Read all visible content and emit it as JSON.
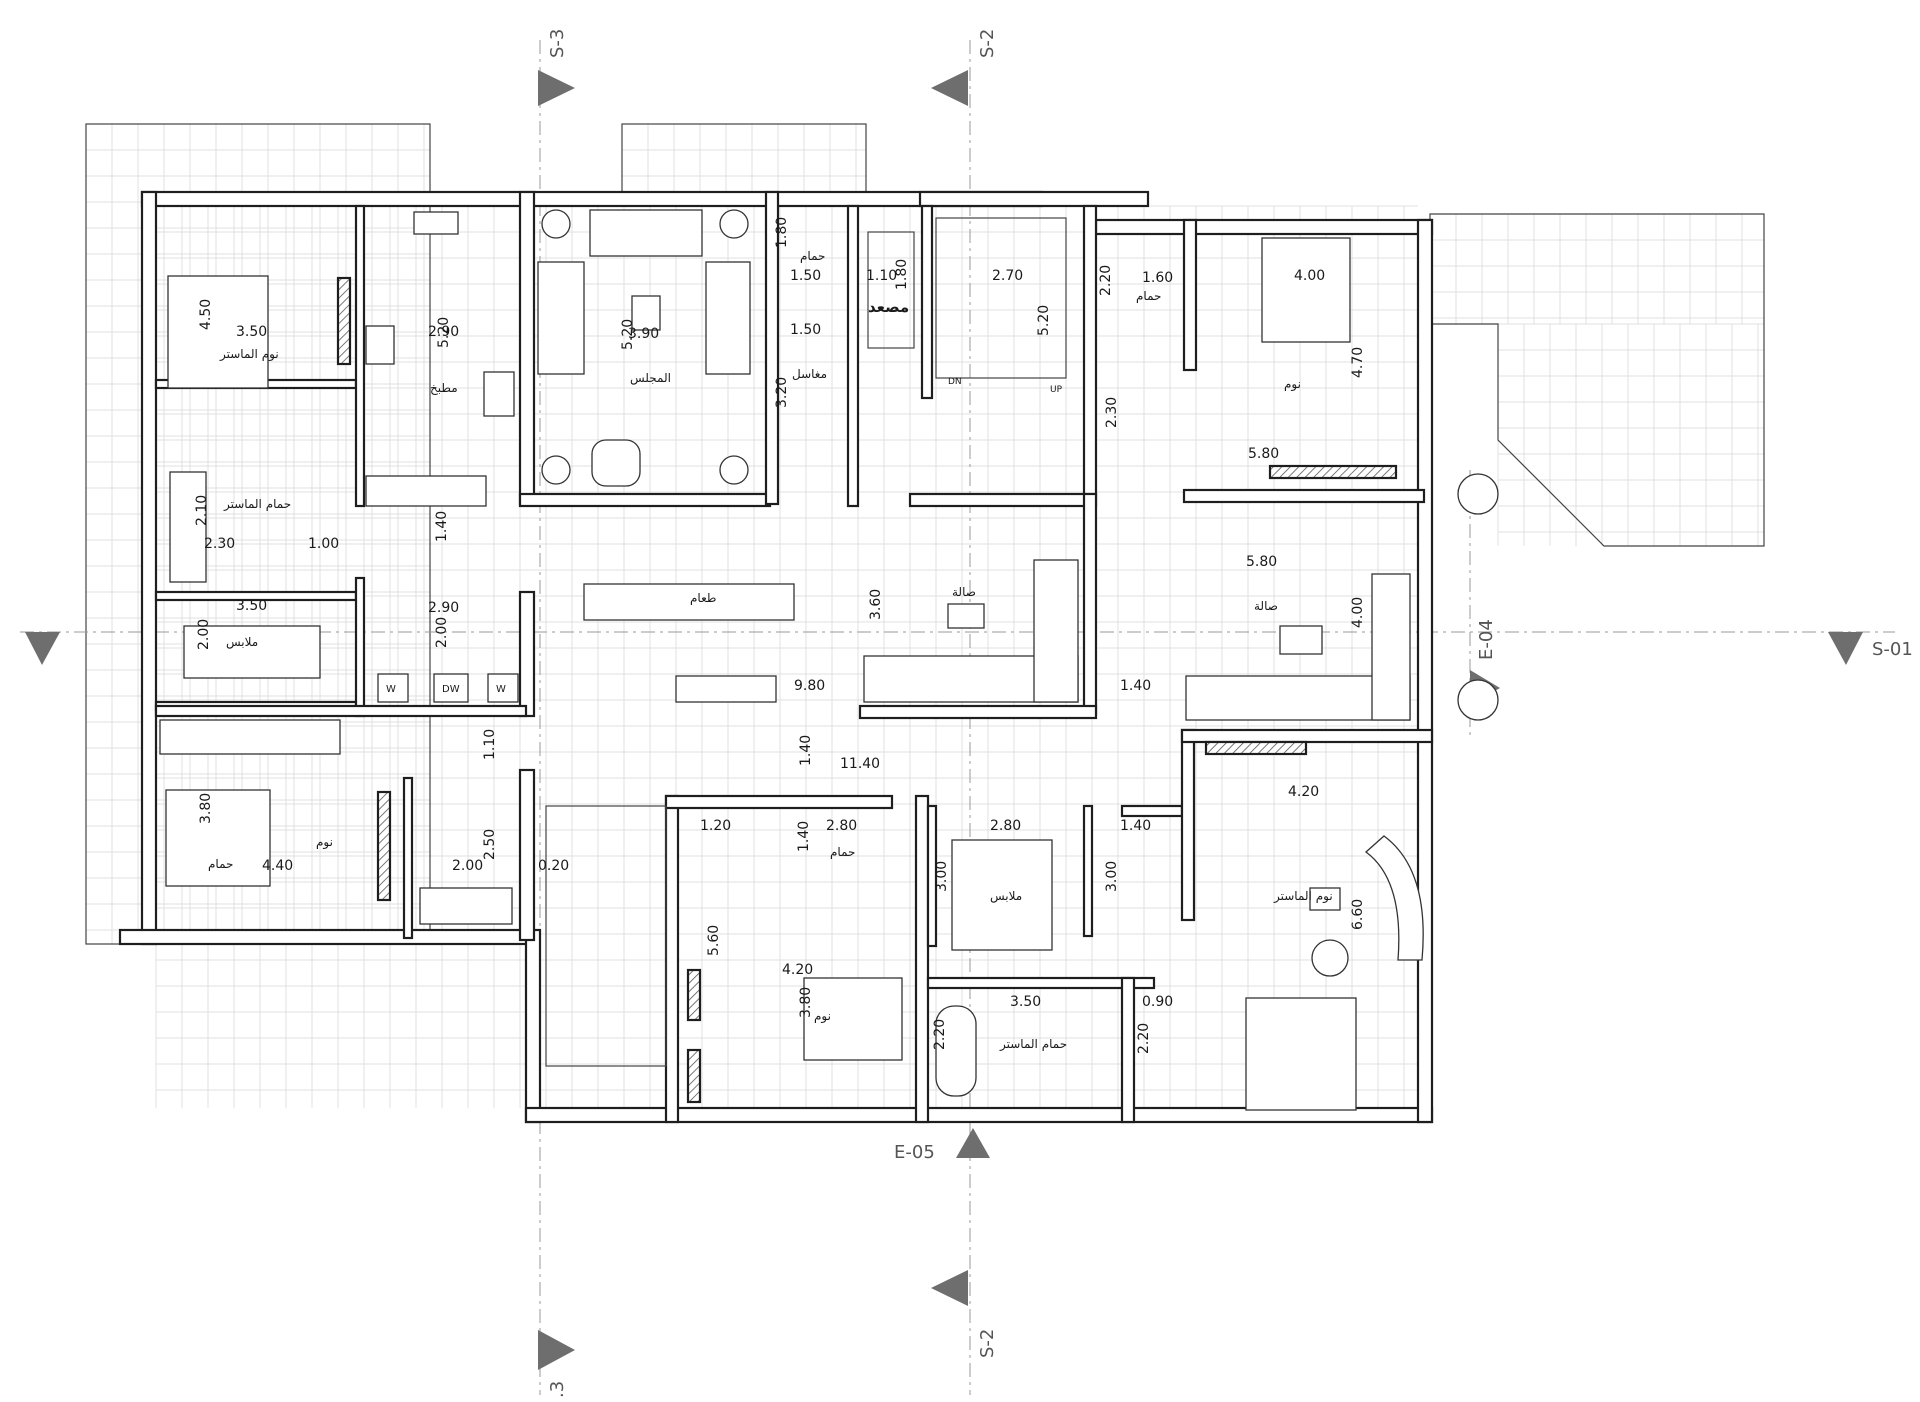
{
  "sections": {
    "s3_top": "S-3",
    "s3_bottom": ".3",
    "s2_top": "S-2",
    "s2_bottom": "S-2",
    "s01": "S-01",
    "e04": "E-04",
    "e05": "E-05"
  },
  "rooms": {
    "master_bed_nw": "نوم الماستر",
    "kitchen": "مطبخ",
    "majlis": "المجلس",
    "bath_top": "حمام",
    "washbasins": "مغاسل",
    "elevator": "مصعد",
    "bath_ne": "حمام",
    "bed_ne": "نوم",
    "master_bath_w": "حمام الماستر",
    "closet_w": "ملابس",
    "dining": "طعام",
    "hall_center": "صالة",
    "hall_east": "صالة",
    "bath_sw": "حمام",
    "bed_sw": "نوم",
    "bath_s": "حمام",
    "closet_s": "ملابس",
    "bed_s": "نوم",
    "master_bath_s": "حمام الماستر",
    "master_bed_se": "نوم الماستر"
  },
  "stairs_marks": {
    "up": "UP",
    "dn": "DN"
  },
  "appliances": {
    "w1": "W",
    "dw": "DW",
    "w2": "W"
  },
  "dims": {
    "d_350_nw": "3.50",
    "d_450_nw": "4.50",
    "d_290_k": "2.90",
    "d_520_k": "5.20",
    "d_390_m": "3.90",
    "d_520_m": "5.20",
    "d_180_b": "1.80",
    "d_150_b": "1.50",
    "d_150_w": "1.50",
    "d_320_w": "3.20",
    "d_110_e": "1.10",
    "d_180_e": "1.80",
    "d_270_s": "2.70",
    "d_520_s": "5.20",
    "d_220_ne": "2.20",
    "d_160_ne": "1.60",
    "d_400_ne": "4.00",
    "d_470_ne": "4.70",
    "d_580_ne": "5.80",
    "d_230_c": "2.30",
    "d_210_mb": "2.10",
    "d_230_mb": "2.30",
    "d_100_c": "1.00",
    "d_140_c": "1.40",
    "d_350_cl": "3.50",
    "d_200_cl": "2.00",
    "d_290_l": "2.90",
    "d_200_l": "2.00",
    "d_360_h": "3.60",
    "d_980_h": "9.80",
    "d_140_h": "1.40",
    "d_580_he": "5.80",
    "d_400_he": "4.00",
    "d_110_cor": "1.10",
    "d_140_cor": "1.40",
    "d_1140": "11.40",
    "d_380_sw": "3.80",
    "d_440_sw": "4.40",
    "d_200_sw": "2.00",
    "d_250_sw": "2.50",
    "d_020_sw": "0.20",
    "d_120_s": "1.20",
    "d_280_s": "2.80",
    "d_140_s": "1.40",
    "d_280_cl": "2.80",
    "d_300_cl": "3.00",
    "d_300_cl2": "3.00",
    "d_140_se": "1.40",
    "d_420_se": "4.20",
    "d_660_se": "6.60",
    "d_560_s": "5.60",
    "d_420_bs": "4.20",
    "d_380_bs": "3.80",
    "d_350_mbs": "3.50",
    "d_220_mbs": "2.20",
    "d_090_se": "0.90",
    "d_220_se": "2.20"
  }
}
